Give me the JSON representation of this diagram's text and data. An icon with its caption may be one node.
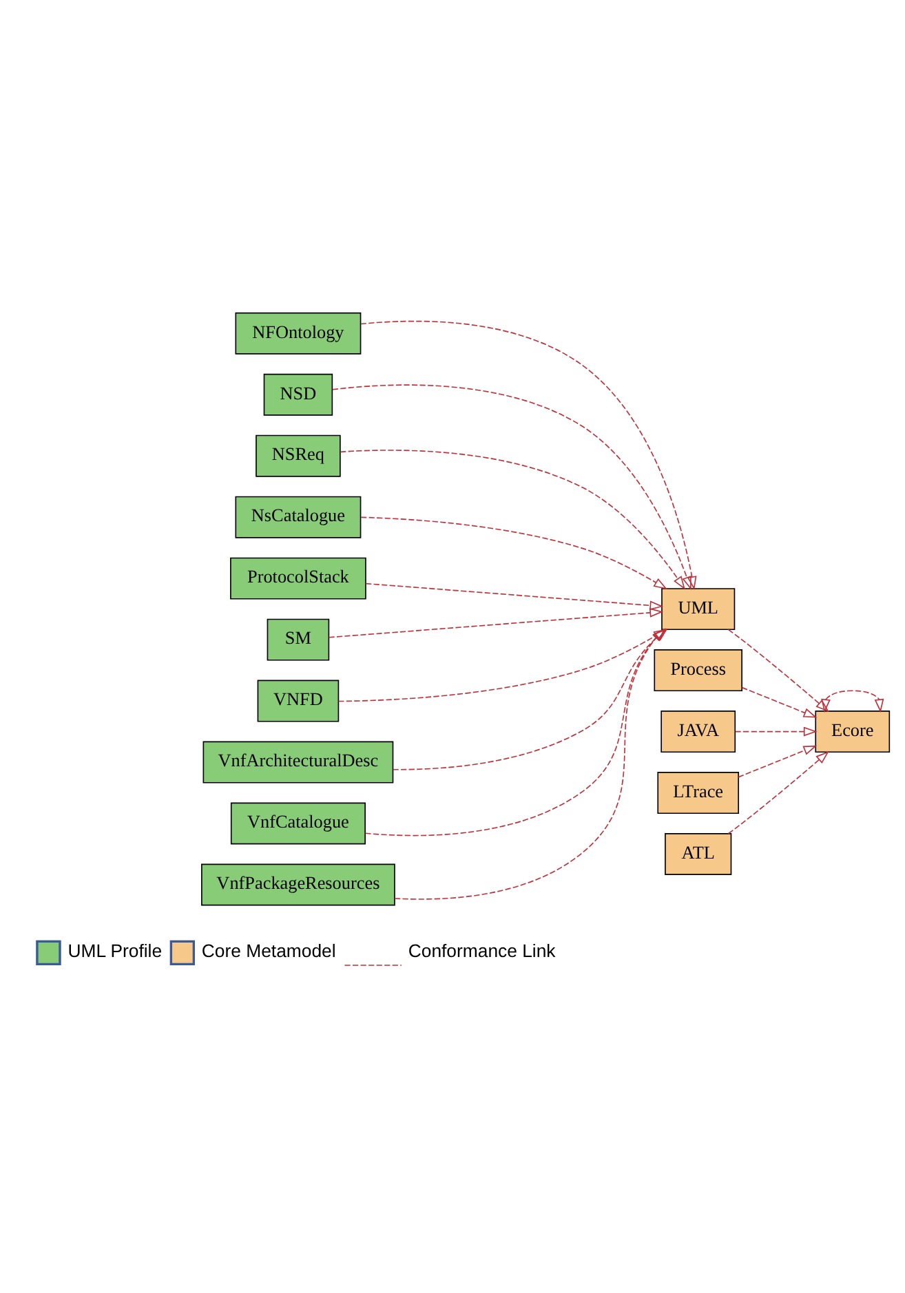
{
  "diagram": {
    "nodes": [
      {
        "text": [
          "NFOntology"
        ]
      },
      {
        "text": [
          "NSD"
        ]
      },
      {
        "text": [
          "NSReq"
        ]
      },
      {
        "text": [
          "NsCatalogue"
        ]
      },
      {
        "text": [
          "ProtocolStack"
        ]
      },
      {
        "text": [
          "SM"
        ]
      },
      {
        "text": [
          "VNFD"
        ]
      },
      {
        "text": [
          "VnfArchitecturalDesc"
        ]
      },
      {
        "text": [
          "VnfCatalogue"
        ]
      },
      {
        "text": [
          "VnfPackageResources"
        ]
      },
      {
        "text": [
          "Process"
        ]
      },
      {
        "text": [
          "UML"
        ]
      },
      {
        "text": [
          "JAVA"
        ]
      },
      {
        "text": [
          "LTrace"
        ]
      },
      {
        "text": [
          "ATL"
        ]
      },
      {
        "text": [
          "Ecore"
        ]
      }
    ],
    "edges": [
      {
        "from": 0,
        "to": 11,
        "arrow": "to"
      },
      {
        "from": 1,
        "to": 11,
        "arrow": "to"
      },
      {
        "from": 2,
        "to": 11,
        "arrow": "to"
      },
      {
        "from": 3,
        "to": 11,
        "arrow": "to"
      },
      {
        "from": 4,
        "to": 11,
        "arrow": "to"
      },
      {
        "from": 5,
        "to": 11,
        "arrow": "to"
      },
      {
        "from": 6,
        "to": 11,
        "arrow": "to"
      },
      {
        "from": 7,
        "to": 11,
        "arrow": "to"
      },
      {
        "from": 8,
        "to": 11,
        "arrow": "to"
      },
      {
        "from": 9,
        "to": 11,
        "arrow": "to"
      },
      {
        "from": 10,
        "to": 15,
        "arrow": "to"
      },
      {
        "from": 11,
        "to": 15,
        "arrow": "to"
      },
      {
        "from": 12,
        "to": 15,
        "arrow": "to"
      },
      {
        "from": 13,
        "to": 15,
        "arrow": "to"
      },
      {
        "from": 14,
        "to": 15,
        "arrow": "to"
      },
      {
        "from": 15,
        "to": 15,
        "arrow": "both"
      }
    ],
    "legend": [
      {
        "text": "UML Profile",
        "color": "#88cc77"
      },
      {
        "text": "Core Metamodel",
        "color": "#f6c88a"
      },
      {
        "text": "Conformance Link"
      }
    ]
  }
}
